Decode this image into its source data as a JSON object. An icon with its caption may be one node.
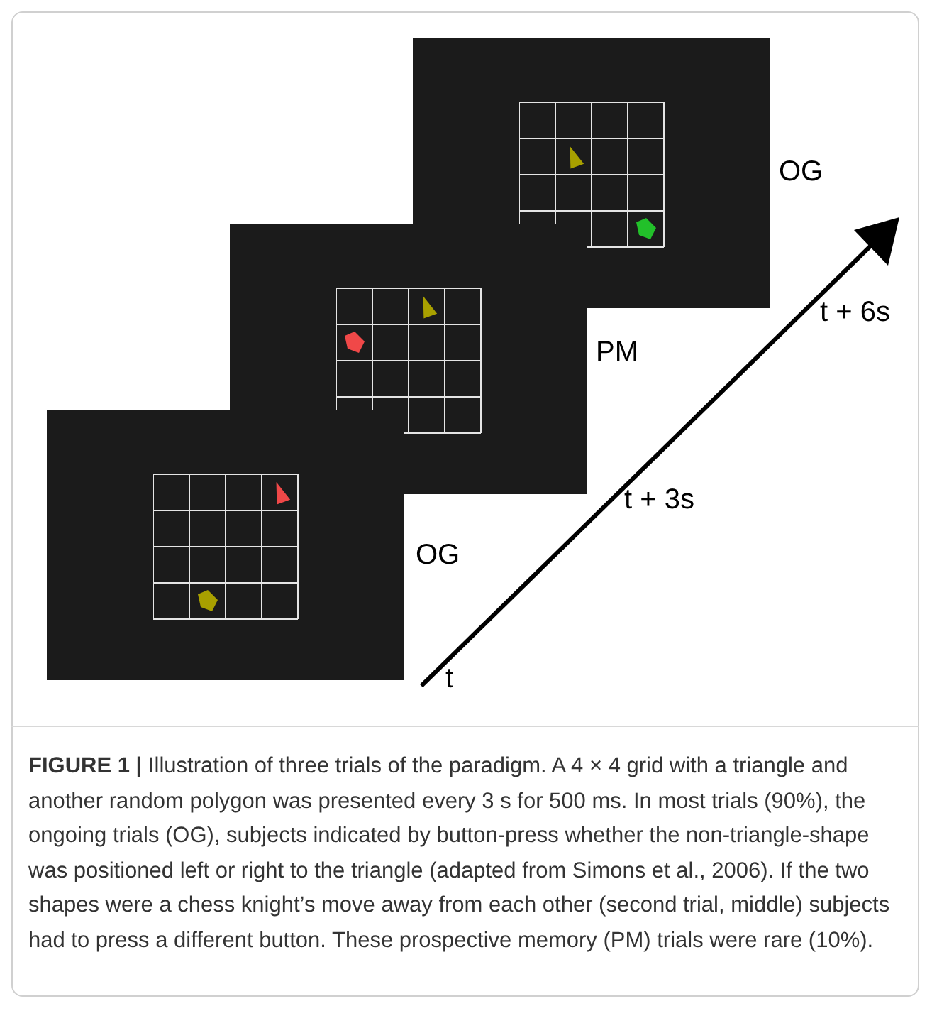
{
  "diagram": {
    "caption": "**FIGURE 1 |** Illustration of three trials of the paradigm. A 4 × 4 grid with a triangle and another random polygon was presented every 3 s for 500 ms. In most trials (90%), the ongoing trials (OG), subjects indicated by button-press whether the non-triangle-shape was positioned left or right to the triangle (adapted from Simons et al., 2006). If the two shapes were a chess knight’s move away from each other (second trial, middle) subjects had to press a different button. These prospective memory (PM) trials were rare (10%).",
    "labels": [
      "OG",
      "t + 6s",
      "PM",
      "t + 3s",
      "OG",
      "t"
    ]
  }
}
